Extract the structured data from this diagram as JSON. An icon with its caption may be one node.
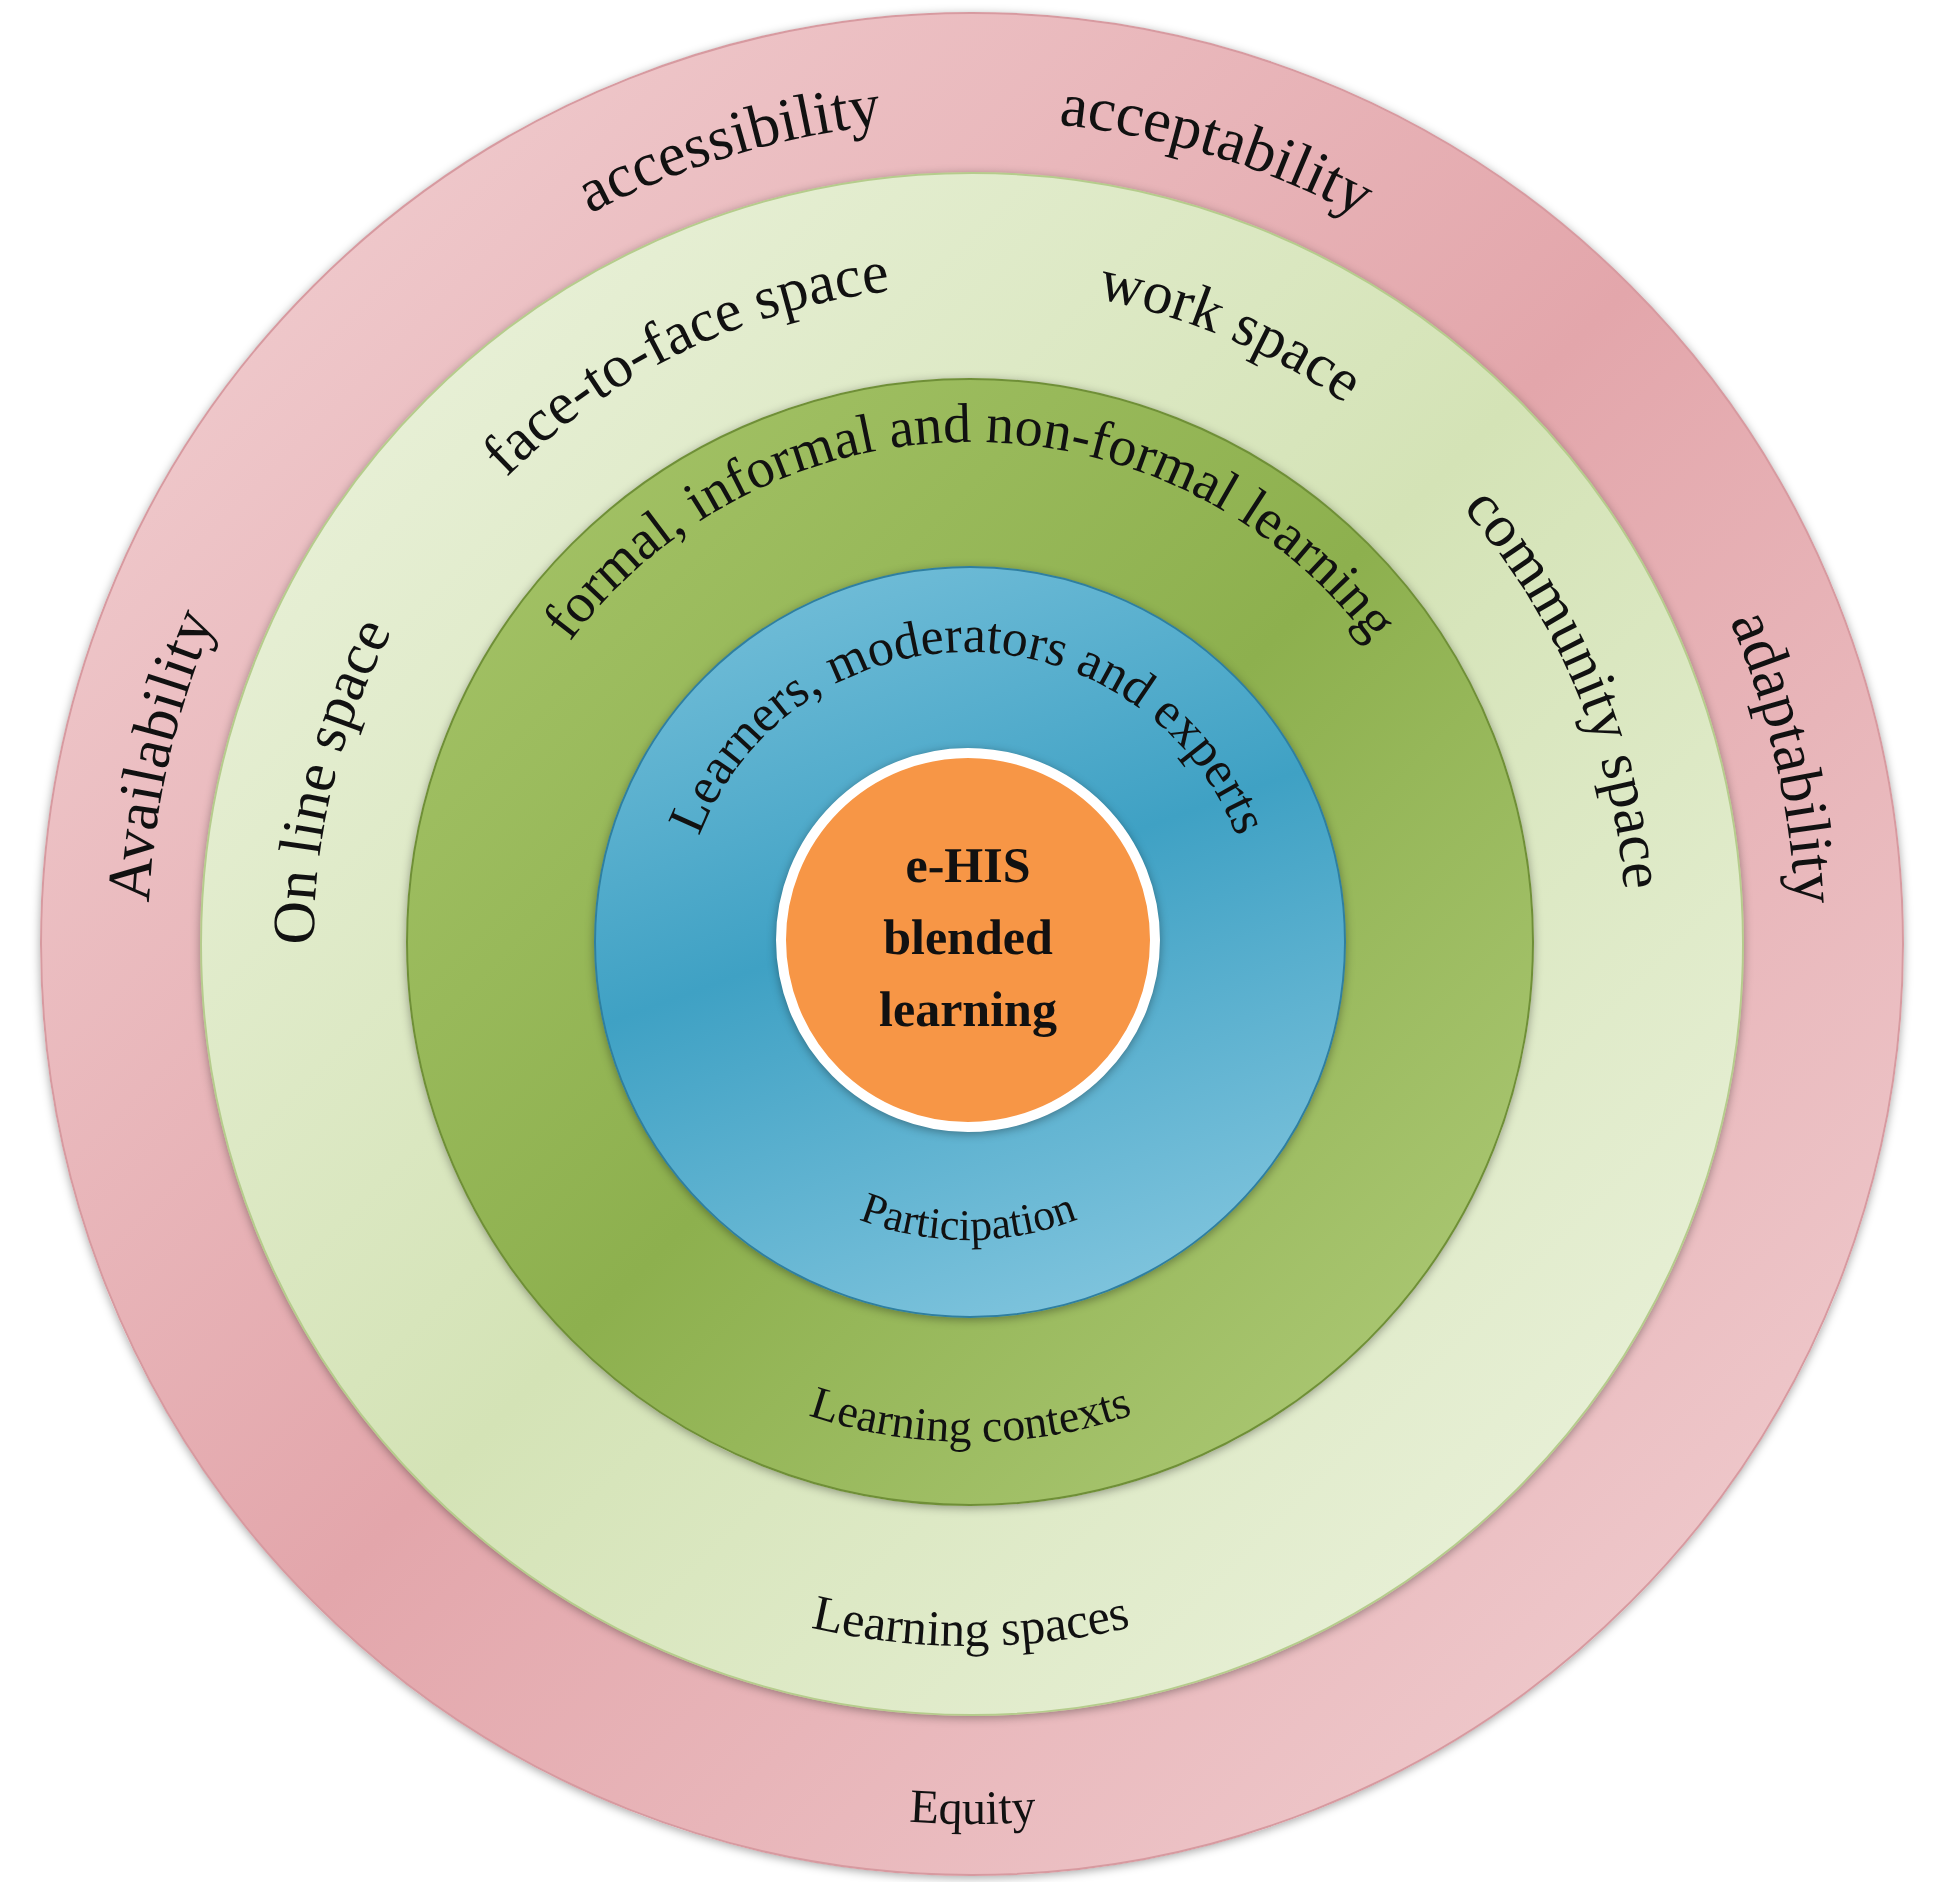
{
  "diagram": {
    "nodes": [
      {
        "text": [
          "Availability",
          "accessibility",
          "acceptability",
          "adaptability",
          "Equity"
        ]
      },
      {
        "text": [
          "On line space",
          "face-to-face space",
          "work space",
          "community space",
          "Learning spaces"
        ],
        "in": 0
      },
      {
        "text": [
          "formal, informal and non-formal learning",
          "Learning contexts"
        ],
        "in": 1
      },
      {
        "text": [
          "Learners, moderators and experts",
          "Participation"
        ],
        "in": 2
      },
      {
        "text": [
          "e-HIS blended learning"
        ],
        "in": 3
      }
    ]
  }
}
